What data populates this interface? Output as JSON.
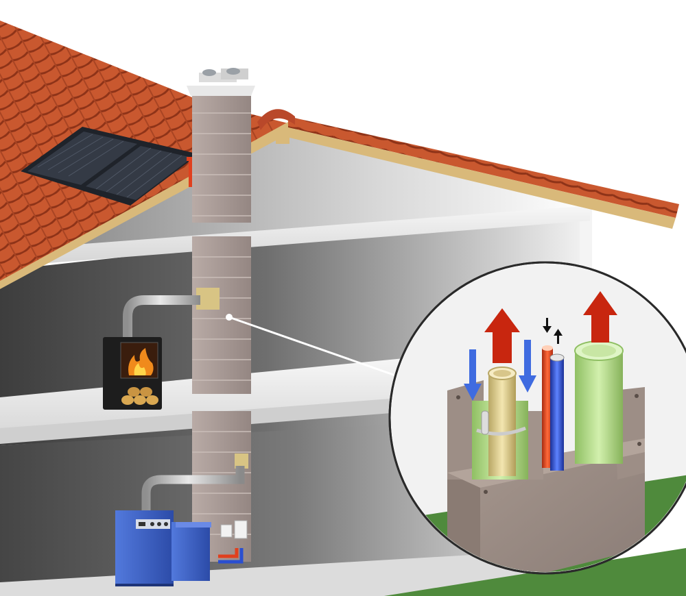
{
  "title": "",
  "colors": {
    "roof_tile": "#c2512c",
    "roof_tile_dark": "#8e3318",
    "roof_timber": "#d9b97a",
    "chimney_block": "#a99b96",
    "chimney_mortar": "#c9bdb8",
    "floor_slab": "#efefef",
    "room_shadow": "#5a5a5a",
    "stove": "#1d1d1d",
    "boiler": "#3c5fc4",
    "pipe_metal": "#b9b9b9",
    "solar_panel": "#2b2f37",
    "flue_liner_yellow": "#e6d69a",
    "flue_liner_green": "#b9e08f",
    "pipe_hot": "#e0401e",
    "pipe_cold": "#2a4fd0",
    "arrow_exhaust": "#c8260f",
    "arrow_intake": "#3f6be0",
    "arrow_small": "#111111",
    "ground": "#4f8a3c"
  },
  "elements": {
    "solar_collector": "solar-collector",
    "fireplace_stove": "wood-stove",
    "boiler": "central-heating-boiler",
    "chimney": "multi-flue-chimney",
    "detail": "chimney-cross-section-detail"
  },
  "icons": [
    "fire-icon",
    "exhaust-arrow-icon",
    "intake-arrow-icon"
  ]
}
